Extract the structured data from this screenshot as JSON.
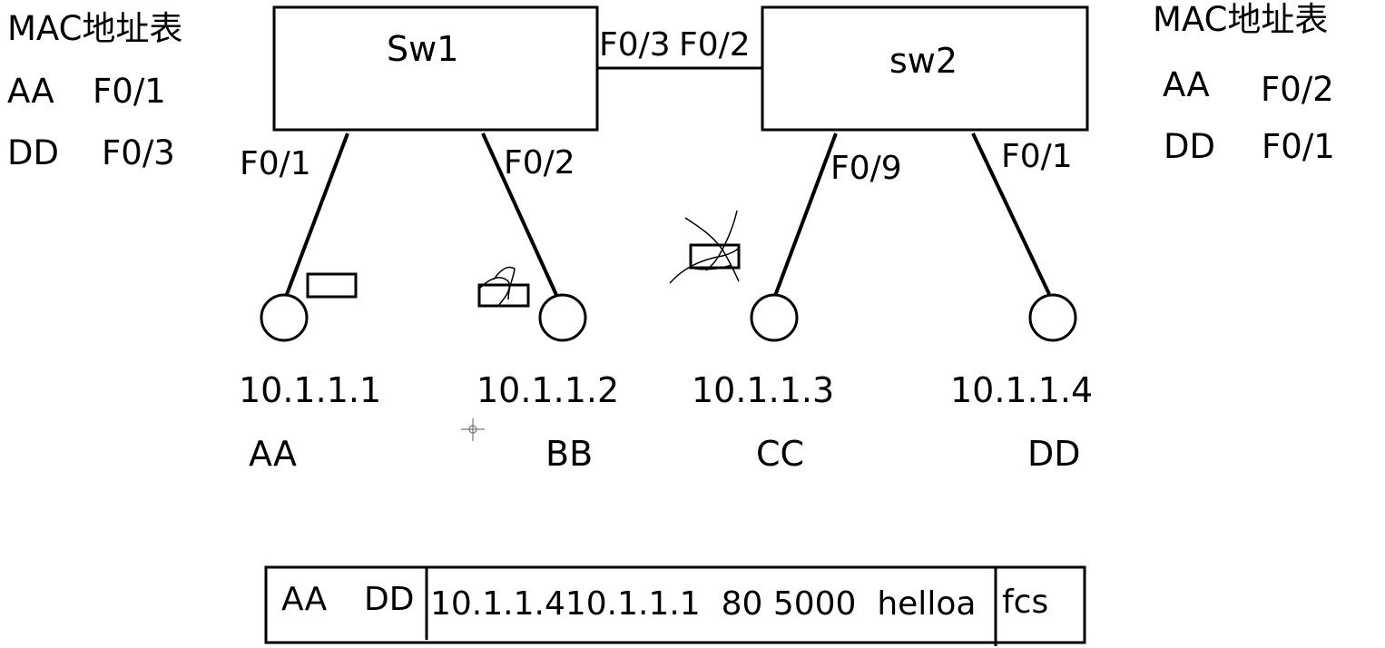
{
  "left_mac_table": {
    "title": "MAC地址表",
    "rows": [
      {
        "mac": "AA",
        "port": "F0/1"
      },
      {
        "mac": "DD",
        "port": "F0/3"
      }
    ]
  },
  "right_mac_table": {
    "title": "MAC地址表",
    "rows": [
      {
        "mac": "AA",
        "port": "F0/2"
      },
      {
        "mac": "DD",
        "port": "F0/1"
      }
    ]
  },
  "switches": {
    "sw1": {
      "label": "Sw1"
    },
    "sw2": {
      "label": "sw2"
    }
  },
  "trunk": {
    "sw1_port": "F0/3",
    "sw2_port": "F0/2"
  },
  "ports": {
    "sw1_left": "F0/1",
    "sw1_right": "F0/2",
    "sw2_left": "F0/9",
    "sw2_right": "F0/1"
  },
  "hosts": [
    {
      "ip": "10.1.1.1",
      "mac": "AA"
    },
    {
      "ip": "10.1.1.2",
      "mac": "BB"
    },
    {
      "ip": "10.1.1.3",
      "mac": "CC"
    },
    {
      "ip": "10.1.1.4",
      "mac": "DD"
    }
  ],
  "frame": {
    "src_mac": "AA",
    "dst_mac": "DD",
    "payload": "10.1.1.410.1.1.1  80 5000  helloa",
    "fcs": "fcs"
  }
}
